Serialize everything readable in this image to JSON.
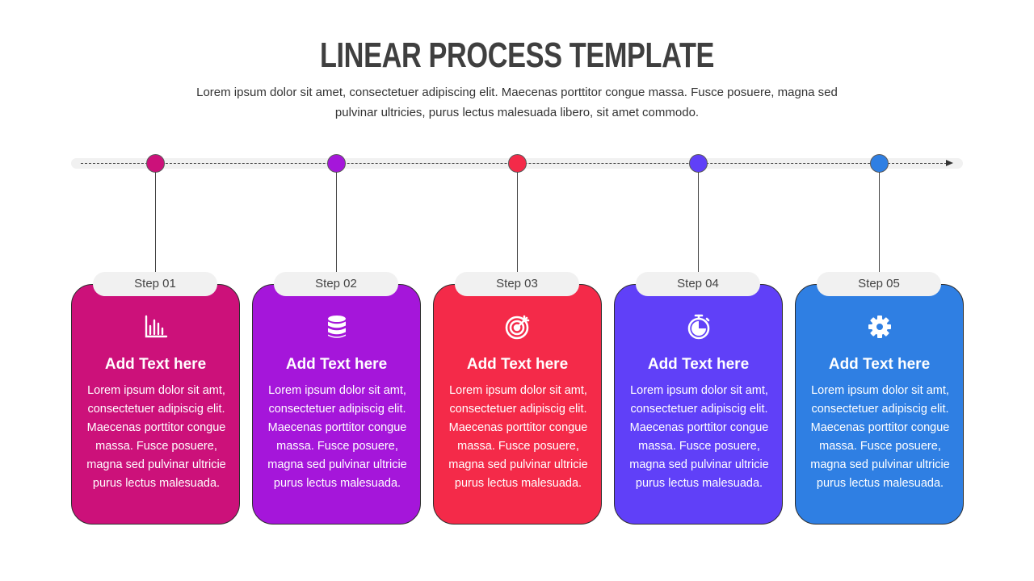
{
  "header": {
    "title": "LINEAR PROCESS TEMPLATE",
    "subtitle": "Lorem ipsum dolor sit amet, consectetuer adipiscing elit. Maecenas porttitor congue massa. Fusce posuere, magna sed pulvinar ultricies, purus lectus malesuada libero, sit amet commodo."
  },
  "steps": [
    {
      "label": "Step 01",
      "icon": "bar-chart-icon",
      "color": "#cc117a",
      "title": "Add Text here",
      "text": "Lorem ipsum dolor sit amt, consectetuer adipiscig elit. Maecenas porttitor congue massa. Fusce posuere, magna sed pulvinar ultricie purus lectus malesuada."
    },
    {
      "label": "Step 02",
      "icon": "database-icon",
      "color": "#a516da",
      "title": "Add Text here",
      "text": "Lorem ipsum dolor sit amt, consectetuer adipiscig elit. Maecenas porttitor congue massa. Fusce posuere, magna sed pulvinar ultricie purus lectus malesuada."
    },
    {
      "label": "Step 03",
      "icon": "target-icon",
      "color": "#f42a49",
      "title": "Add Text here",
      "text": "Lorem ipsum dolor sit amt, consectetuer adipiscig elit. Maecenas porttitor congue massa. Fusce posuere, magna sed pulvinar ultricie purus lectus malesuada."
    },
    {
      "label": "Step 04",
      "icon": "stopwatch-icon",
      "color": "#6040f8",
      "title": "Add Text here",
      "text": "Lorem ipsum dolor sit amt, consectetuer adipiscig elit. Maecenas porttitor congue massa. Fusce posuere, magna sed pulvinar ultricie purus lectus malesuada."
    },
    {
      "label": "Step 05",
      "icon": "gear-icon",
      "color": "#2f7fe3",
      "title": "Add Text here",
      "text": "Lorem ipsum dolor sit amt, consectetuer adipiscig elit. Maecenas porttitor congue massa. Fusce posuere, magna sed pulvinar ultricie purus lectus malesuada."
    }
  ]
}
